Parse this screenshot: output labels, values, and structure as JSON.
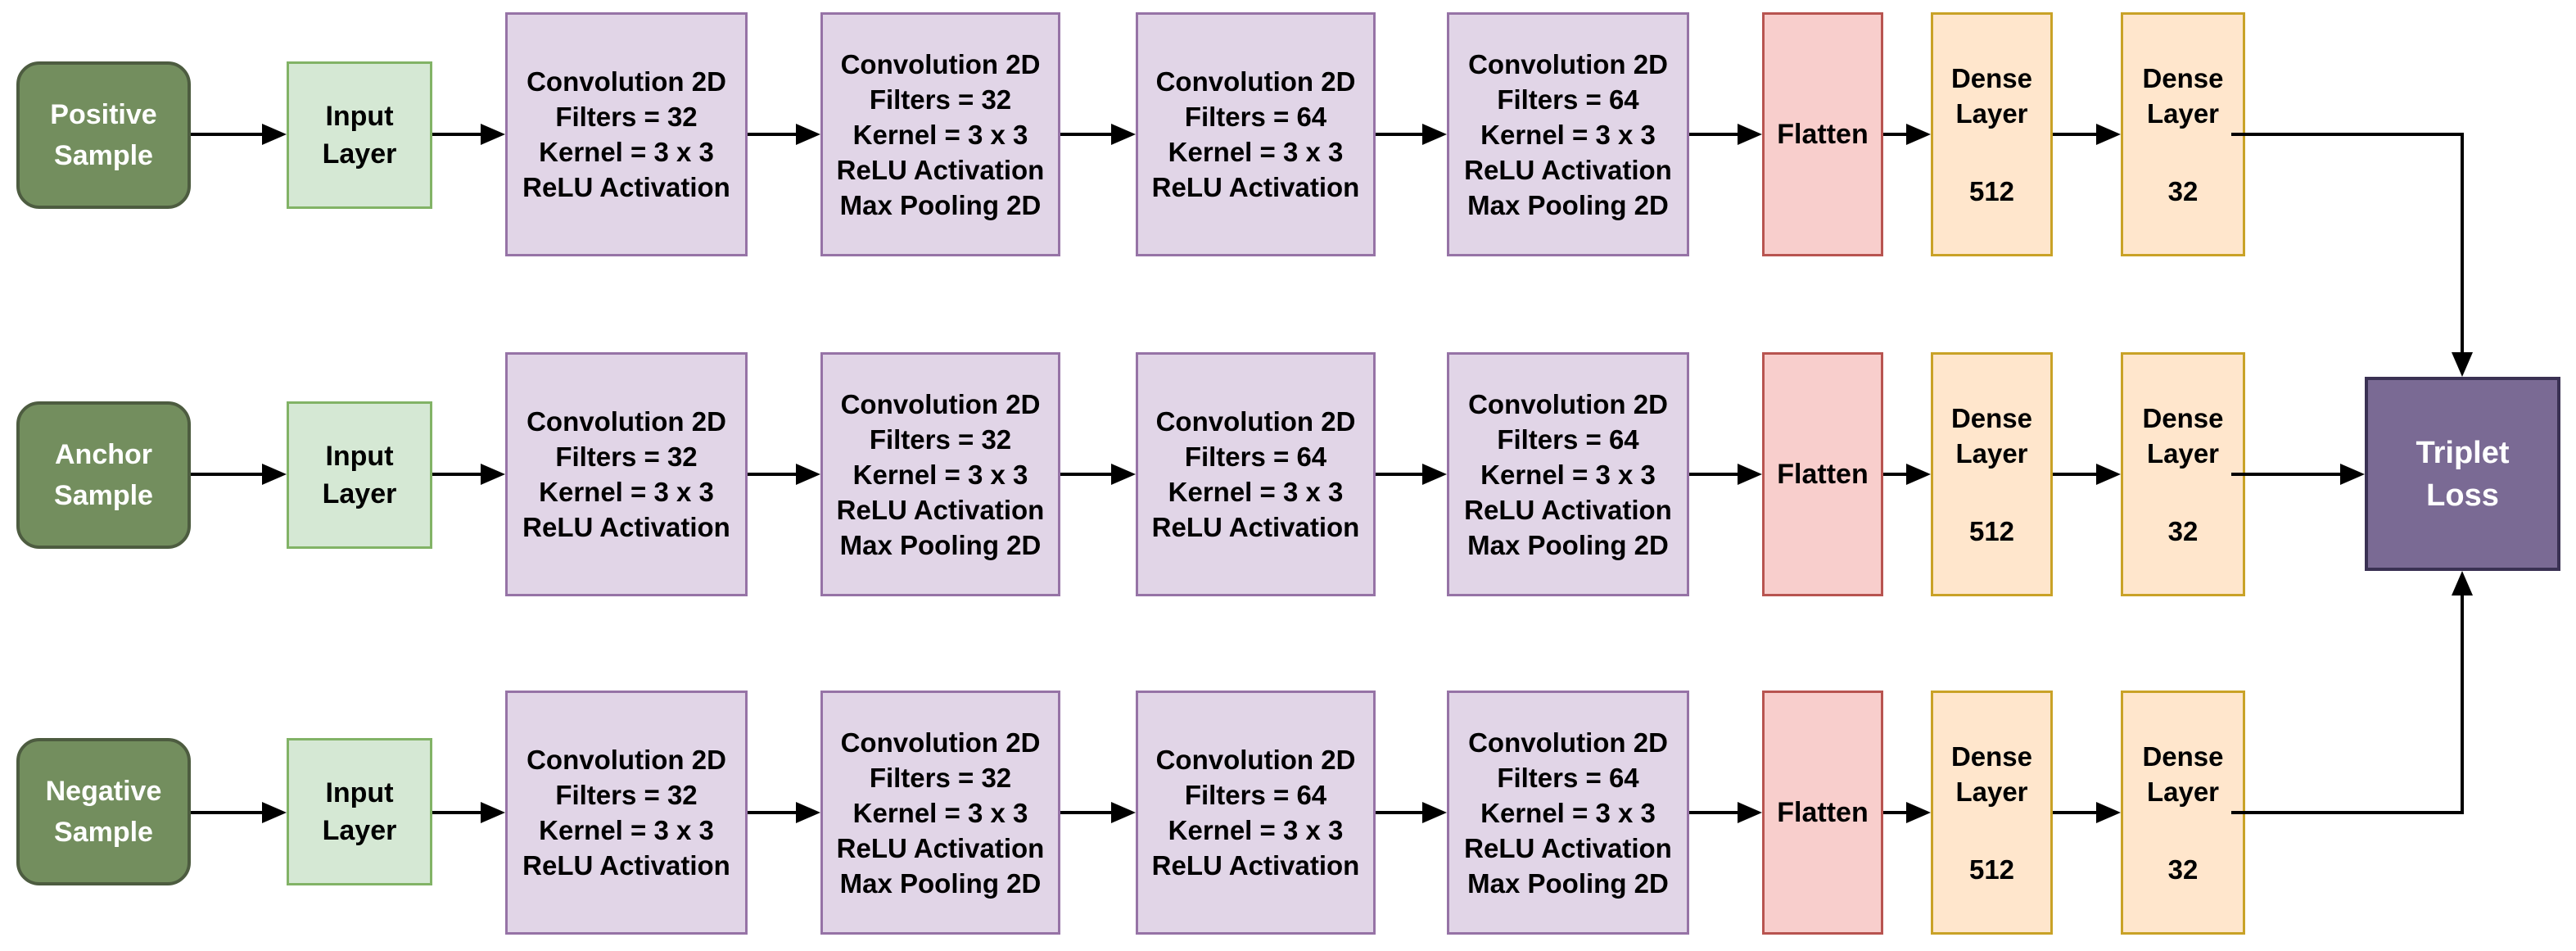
{
  "diagram": {
    "type": "triplet-loss-cnn-architecture",
    "colors": {
      "bg": "#ffffff",
      "text": "#000000",
      "arrow": "#000000",
      "sample_fill": "#738e5e",
      "sample_border": "#4d5c40",
      "sample_text": "#ffffff",
      "input_fill": "#d5e8d4",
      "input_border": "#82b366",
      "conv_fill": "#e1d5e7",
      "conv_border": "#9673a6",
      "flatten_fill": "#f8cecc",
      "flatten_border": "#b85450",
      "dense_fill": "#ffe6cc",
      "dense_border": "#c9a227",
      "loss_fill": "#7a6a94",
      "loss_border": "#3a3153",
      "loss_text": "#ffffff"
    },
    "branches": [
      {
        "sample": {
          "line1": "Positive",
          "line2": "Sample"
        }
      },
      {
        "sample": {
          "line1": "Anchor",
          "line2": "Sample"
        }
      },
      {
        "sample": {
          "line1": "Negative",
          "line2": "Sample"
        }
      }
    ],
    "layers": {
      "input": {
        "line1": "Input",
        "line2": "Layer"
      },
      "conv1": {
        "lines": [
          "Convolution 2D",
          "Filters = 32",
          "Kernel = 3 x 3",
          "ReLU Activation"
        ]
      },
      "conv2": {
        "lines": [
          "Convolution 2D",
          "Filters = 32",
          "Kernel = 3 x 3",
          "ReLU Activation",
          "Max Pooling 2D"
        ]
      },
      "conv3": {
        "lines": [
          "Convolution 2D",
          "Filters = 64",
          "Kernel = 3 x 3",
          "ReLU Activation"
        ]
      },
      "conv4": {
        "lines": [
          "Convolution 2D",
          "Filters = 64",
          "Kernel = 3 x 3",
          "ReLU Activation",
          "Max Pooling 2D"
        ]
      },
      "flatten": {
        "label": "Flatten"
      },
      "dense_512": {
        "line1": "Dense",
        "line2": "Layer",
        "units": "512"
      },
      "dense_32": {
        "line1": "Dense",
        "line2": "Layer",
        "units": "32"
      }
    },
    "output": {
      "line1": "Triplet",
      "line2": "Loss"
    }
  }
}
